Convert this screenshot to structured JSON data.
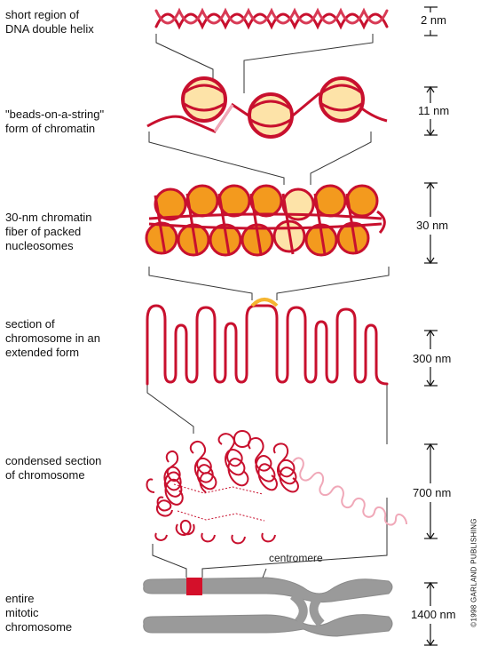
{
  "stages": [
    {
      "label_lines": [
        "short region of",
        "DNA double helix"
      ],
      "scale": "2 nm"
    },
    {
      "label_lines": [
        "\"beads-on-a-string\"",
        "form of chromatin"
      ],
      "scale": "11 nm"
    },
    {
      "label_lines": [
        "30-nm chromatin",
        "fiber of packed",
        "nucleosomes"
      ],
      "scale": "30 nm"
    },
    {
      "label_lines": [
        "section of",
        "chromosome in an",
        "extended form"
      ],
      "scale": "300 nm"
    },
    {
      "label_lines": [
        "condensed section",
        "of chromosome"
      ],
      "scale": "700 nm"
    },
    {
      "label_lines": [
        "entire",
        "mitotic",
        "chromosome"
      ],
      "scale": "1400 nm"
    }
  ],
  "centromere_label": "centromere",
  "credit": "©1998 GARLAND PUBLISHING",
  "colors": {
    "dna_red": "#c8102e",
    "dna_pink": "#f0a8b8",
    "bead_cream": "#fde3a8",
    "bead_orange": "#f39a1e",
    "loop_highlight": "#f5b531",
    "chromosome_gray": "#9a9a9a",
    "centromere_red": "#d4102a",
    "guide_line": "#333333"
  }
}
